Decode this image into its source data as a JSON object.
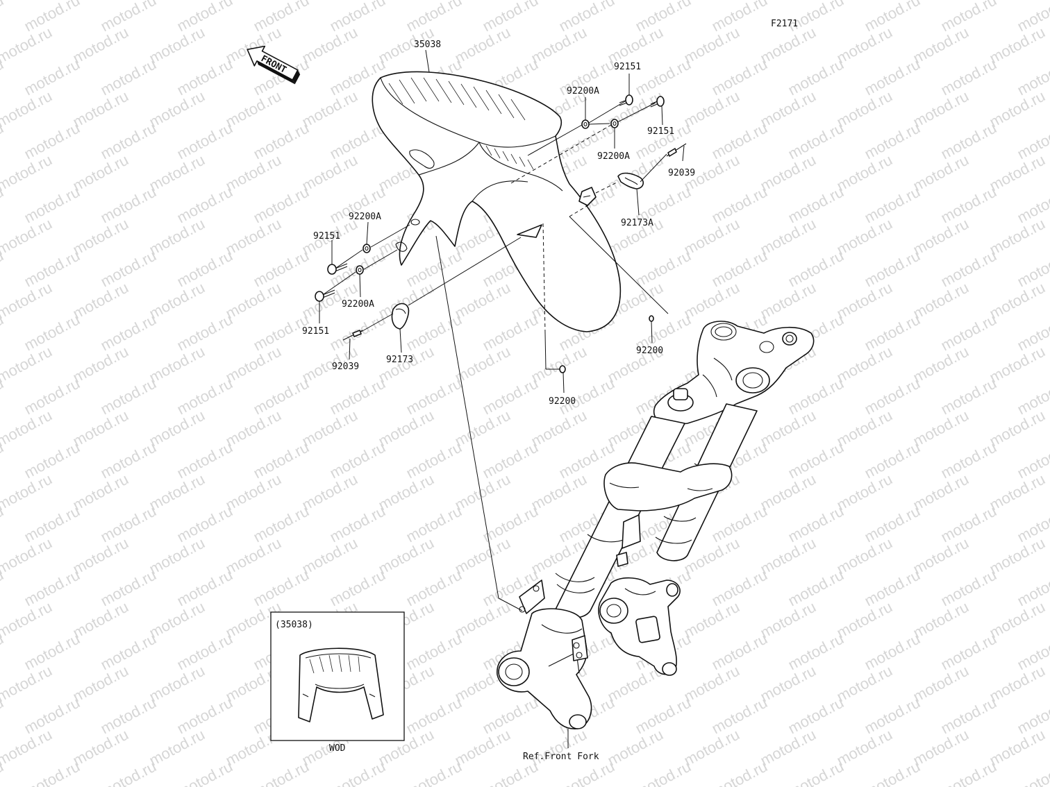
{
  "diagram": {
    "figure_code": "F2171",
    "direction_label": "FRONT",
    "watermark_text": "motod.ru",
    "callouts": {
      "fender": "35038",
      "bolt_top_1": "92151",
      "bolt_top_2": "92151",
      "washer_top_1": "92200A",
      "washer_top_2": "92200A",
      "screw_right": "92039",
      "clamp_right": "92173A",
      "nut_right": "92200",
      "washer_left_1": "92200A",
      "washer_left_2": "92200A",
      "bolt_left_1": "92151",
      "bolt_left_2": "92151",
      "screw_left": "92039",
      "clamp_left": "92173",
      "nut_center": "92200",
      "ref_front_fork": "Ref.Front Fork"
    },
    "inset": {
      "title": "(35038)",
      "caption": "WOD"
    }
  }
}
